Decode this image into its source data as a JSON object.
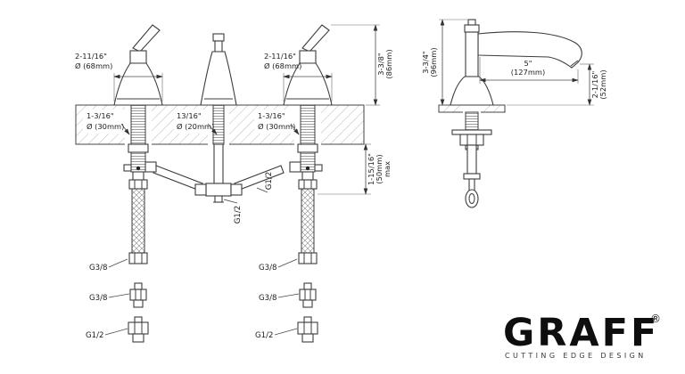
{
  "front_view": {
    "dim_handle_left": {
      "inches": "2-11/16\"",
      "mm": "Ø (68mm)"
    },
    "dim_handle_right": {
      "inches": "2-11/16\"",
      "mm": "Ø (68mm)"
    },
    "dim_height": {
      "inches": "3-3/8\"",
      "mm": "(86mm)"
    },
    "dim_hole_left": {
      "inches": "1-3/16\"",
      "mm": "Ø (30mm)"
    },
    "dim_hole_center": {
      "inches": "13/16\"",
      "mm": "Ø (20mm)"
    },
    "dim_hole_right": {
      "inches": "1-3/16\"",
      "mm": "Ø (30mm)"
    },
    "dim_mounting": {
      "inches": "1-15/16\"",
      "mm": "(50mm)",
      "qualifier": "max"
    },
    "labels": {
      "g12_upper": "G1/2",
      "g12_lower": "G1/2",
      "hose_left": "G3/8",
      "hose_right": "G3/8",
      "adapter_left": "G3/8",
      "adapter_right": "G3/8",
      "tailpiece_left": "G1/2",
      "tailpiece_right": "G1/2"
    }
  },
  "side_view": {
    "dim_height": {
      "inches": "3-3/4\"",
      "mm": "(96mm)"
    },
    "dim_reach": {
      "inches": "5\"",
      "mm": "(127mm)"
    },
    "dim_outlet": {
      "inches": "2-1/16\"",
      "mm": "(52mm)"
    }
  },
  "brand": {
    "name": "GRAFF",
    "registered": "®",
    "tagline": "CUTTING EDGE DESIGN"
  }
}
